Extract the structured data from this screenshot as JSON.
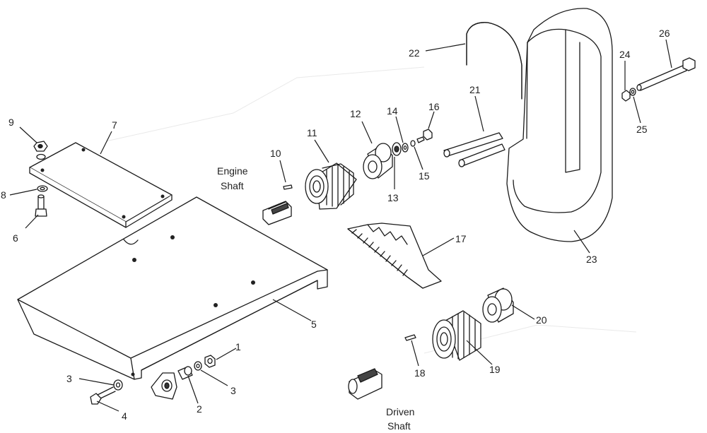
{
  "labels": {
    "engine_shaft_line1": "Engine",
    "engine_shaft_line2": "Shaft",
    "driven_shaft_line1": "Driven",
    "driven_shaft_line2": "Shaft"
  },
  "callouts": {
    "c1": "1",
    "c2": "2",
    "c3a": "3",
    "c3b": "3",
    "c4": "4",
    "c5": "5",
    "c6": "6",
    "c7": "7",
    "c8": "8",
    "c9": "9",
    "c10": "10",
    "c11": "11",
    "c12": "12",
    "c13": "13",
    "c14": "14",
    "c15": "15",
    "c16": "16",
    "c17": "17",
    "c18": "18",
    "c19": "19",
    "c20": "20",
    "c21": "21",
    "c22": "22",
    "c23": "23",
    "c24": "24",
    "c25": "25",
    "c26": "26"
  }
}
